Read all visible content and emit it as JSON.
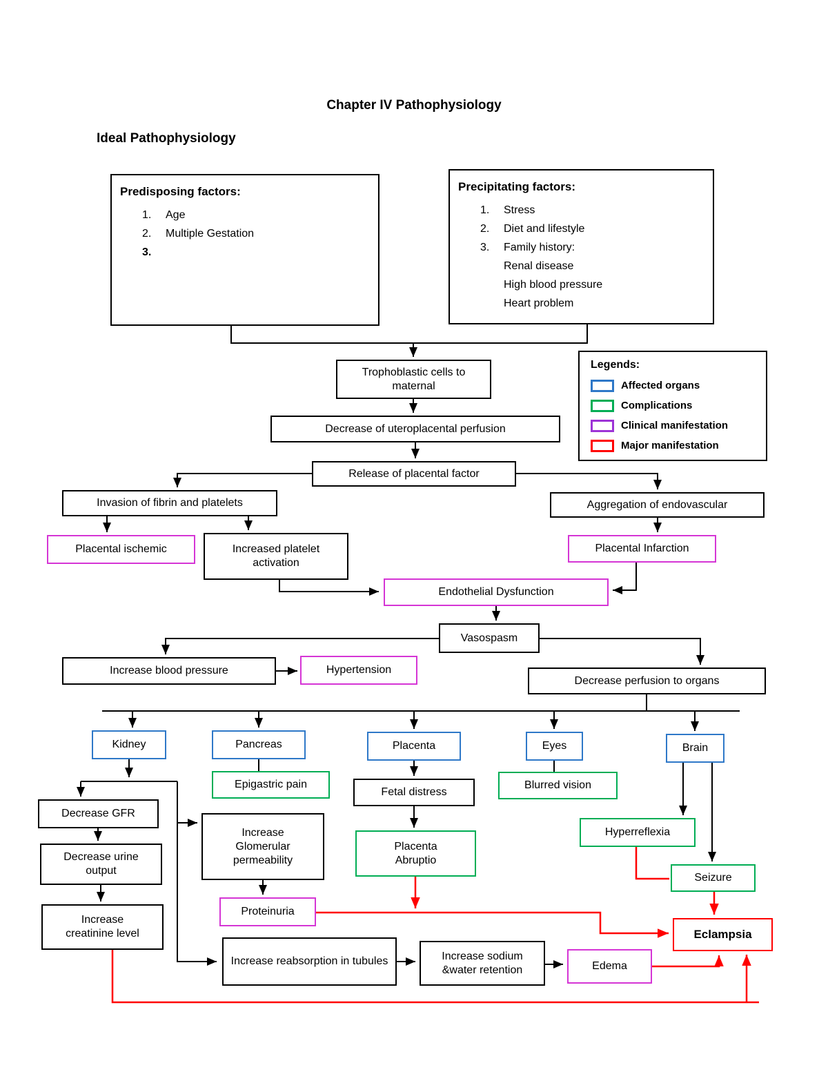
{
  "title": "Chapter IV Pathophysiology",
  "subtitle": "Ideal Pathophysiology",
  "predisposing": {
    "heading": "Predisposing factors:",
    "items": [
      {
        "n": "1.",
        "text": "Age"
      },
      {
        "n": "2.",
        "text": "Multiple Gestation"
      },
      {
        "n": "3.",
        "text": ""
      }
    ]
  },
  "precipitating": {
    "heading": "Precipitating factors:",
    "items": [
      {
        "n": "1.",
        "text": "Stress"
      },
      {
        "n": "2.",
        "text": "Diet and lifestyle"
      },
      {
        "n": "3.",
        "text": "Family history:"
      }
    ],
    "sub": [
      "Renal disease",
      "High blood pressure",
      "Heart problem"
    ]
  },
  "legend": {
    "heading": "Legends:",
    "entries": [
      {
        "label": "Affected organs",
        "color": "#2E78C8"
      },
      {
        "label": "Complications",
        "color": "#00AD54"
      },
      {
        "label": "Clinical manifestation",
        "color": "#9D33D6"
      },
      {
        "label": "Major manifestation",
        "color": "#FF0000"
      }
    ]
  },
  "colors": {
    "affected_organs": "#2E78C8",
    "complications": "#00AD54",
    "clinical_manifestation": "#D535D5",
    "major_manifestation": "#FF0000",
    "connector": "#000000",
    "emphasis_connector": "#FF0000"
  },
  "nodes": {
    "trophoblastic": {
      "label": "Trophoblastic cells to maternal"
    },
    "uteroplacental": {
      "label": "Decrease of uteroplacental perfusion"
    },
    "release": {
      "label": "Release of placental factor"
    },
    "invasion": {
      "label": "Invasion of fibrin and platelets"
    },
    "placental_ischemic": {
      "label": "Placental ischemic"
    },
    "platelet_activation": {
      "label": "Increased platelet activation"
    },
    "aggregation": {
      "label": "Aggregation of endovascular"
    },
    "placental_infarction": {
      "label": "Placental Infarction"
    },
    "endothelial": {
      "label": "Endothelial Dysfunction"
    },
    "vasospasm": {
      "label": "Vasospasm"
    },
    "increase_bp": {
      "label": "Increase blood pressure"
    },
    "hypertension": {
      "label": "Hypertension"
    },
    "decrease_perfusion": {
      "label": "Decrease perfusion to organs"
    },
    "kidney": {
      "label": "Kidney"
    },
    "pancreas": {
      "label": "Pancreas"
    },
    "placenta": {
      "label": "Placenta"
    },
    "eyes": {
      "label": "Eyes"
    },
    "brain": {
      "label": "Brain"
    },
    "epigastric": {
      "label": "Epigastric pain"
    },
    "fetal_distress": {
      "label": "Fetal distress"
    },
    "blurred_vision": {
      "label": "Blurred vision"
    },
    "decrease_gfr": {
      "label": "Decrease GFR"
    },
    "decrease_urine": {
      "label": "Decrease urine output"
    },
    "increase_creatinine": {
      "label": "Increase creatinine level"
    },
    "glomerular": {
      "label": "Increase Glomerular permeability"
    },
    "proteinuria": {
      "label": "Proteinuria"
    },
    "placenta_abruptio": {
      "label": "Placenta Abruptio"
    },
    "hyperreflexia": {
      "label": "Hyperreflexia"
    },
    "seizure": {
      "label": "Seizure"
    },
    "eclampsia": {
      "label": "Eclampsia"
    },
    "reabsorption": {
      "label": "Increase reabsorption in tubules"
    },
    "sodium": {
      "label": "Increase sodium &water retention"
    },
    "edema": {
      "label": "Edema"
    }
  }
}
